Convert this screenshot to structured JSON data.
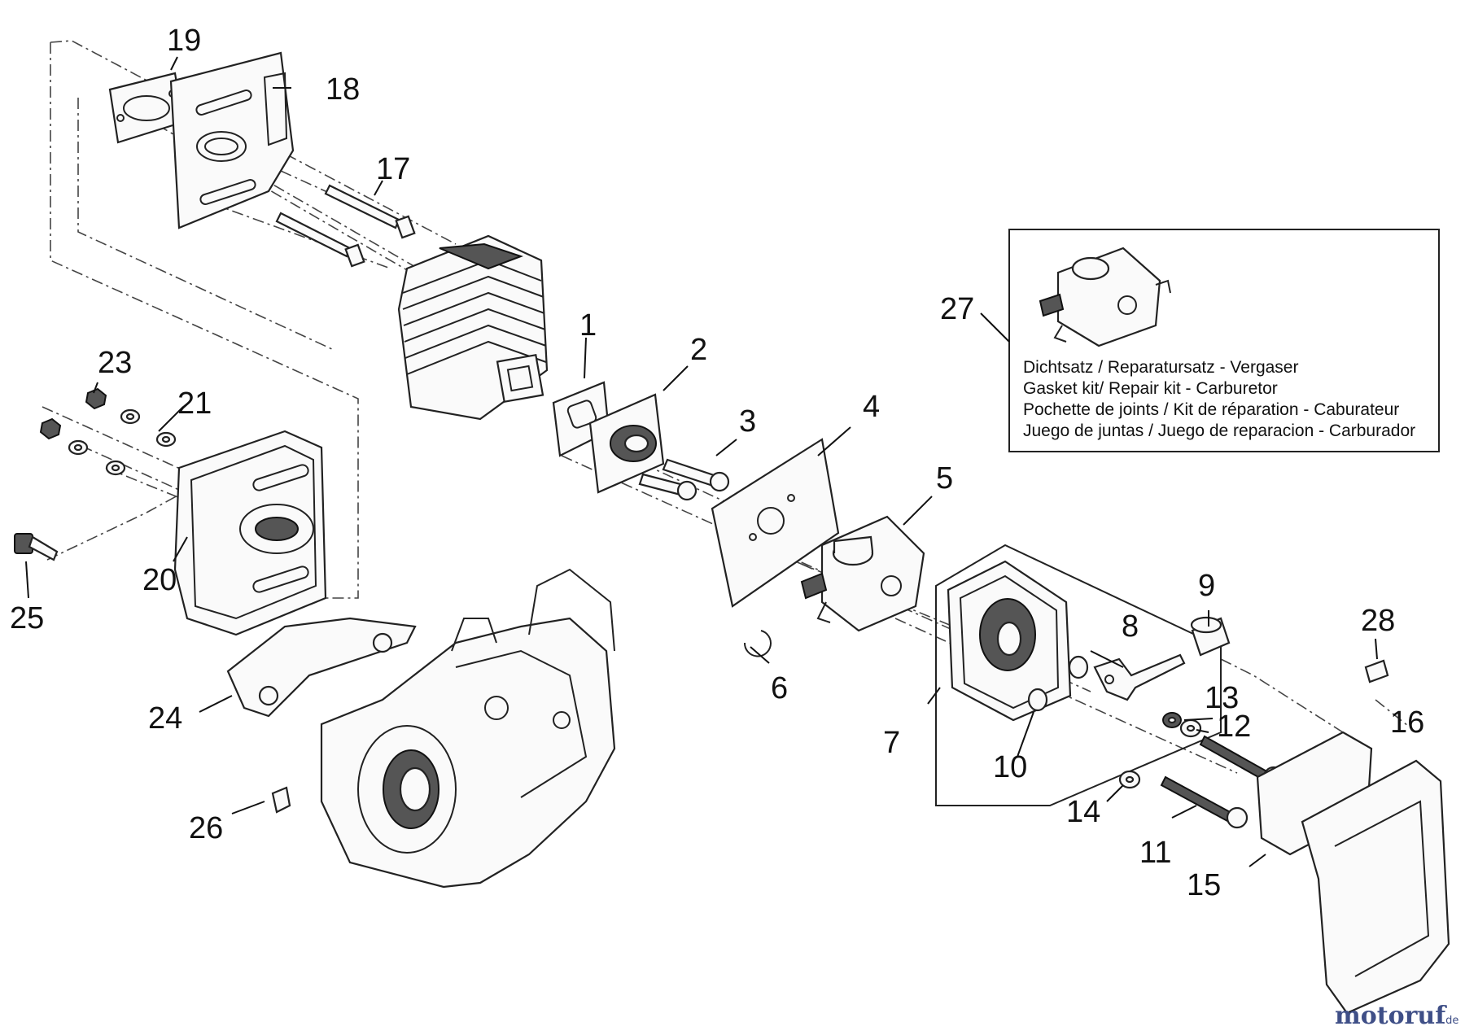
{
  "callouts": [
    "1",
    "2",
    "3",
    "4",
    "5",
    "6",
    "7",
    "8",
    "9",
    "10",
    "11",
    "12",
    "13",
    "14",
    "15",
    "16",
    "17",
    "18",
    "19",
    "20",
    "21",
    "23",
    "24",
    "25",
    "26",
    "27",
    "28"
  ],
  "kit_box": {
    "lines": [
      "Dichtsatz / Reparatursatz - Vergaser",
      "Gasket kit/ Repair kit - Carburetor",
      "Pochette de joints / Kit de réparation - Caburateur",
      "Juego de juntas / Juego de reparacion - Carburador"
    ]
  },
  "watermark": {
    "text": "motoruf",
    "suffix": ".de",
    "color": "#3f4f87"
  }
}
